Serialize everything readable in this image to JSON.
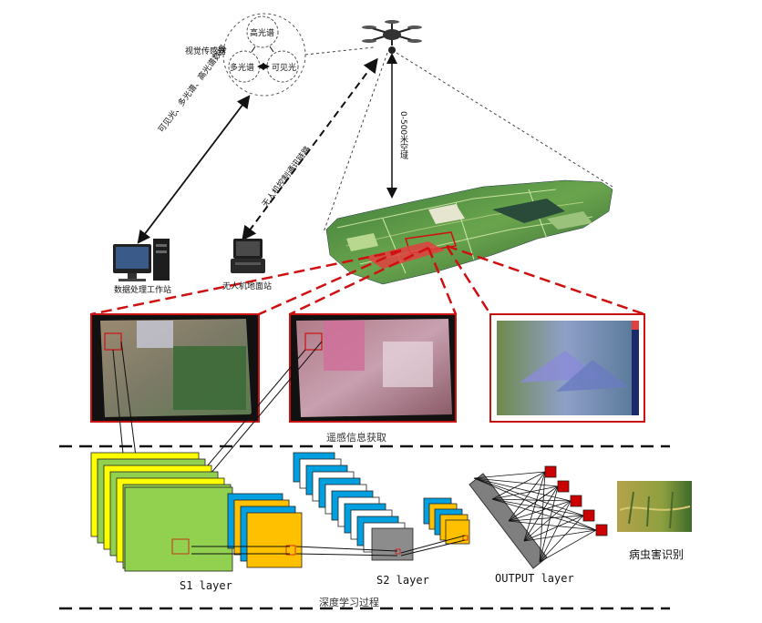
{
  "sensors": {
    "group_label": "视觉传感器",
    "hyperspectral": "高光谱",
    "multispectral": "多光谱",
    "visible": "可见光"
  },
  "links": {
    "data_link": "可见光、多光谱、高光谱数据",
    "control_link": "无人机控制通讯链路",
    "altitude": "0-500米空域"
  },
  "stations": {
    "workstation": "数据处理工作站",
    "ground_station": "无人机地面站"
  },
  "sections": {
    "remote_sensing": "遥感信息获取",
    "deep_learning": "深度学习过程"
  },
  "cnn": {
    "s1": "S1 layer",
    "s2": "S2 layer",
    "output": "OUTPUT layer",
    "result": "病虫害识别"
  },
  "colors": {
    "frame_red": "#cc1111",
    "s1_green": "#92d050",
    "s1_yellow": "#ffff00",
    "c_orange": "#ffc000",
    "c_blue": "#00a0e0",
    "gray": "#8c8c8c",
    "output_red": "#cc0000"
  }
}
